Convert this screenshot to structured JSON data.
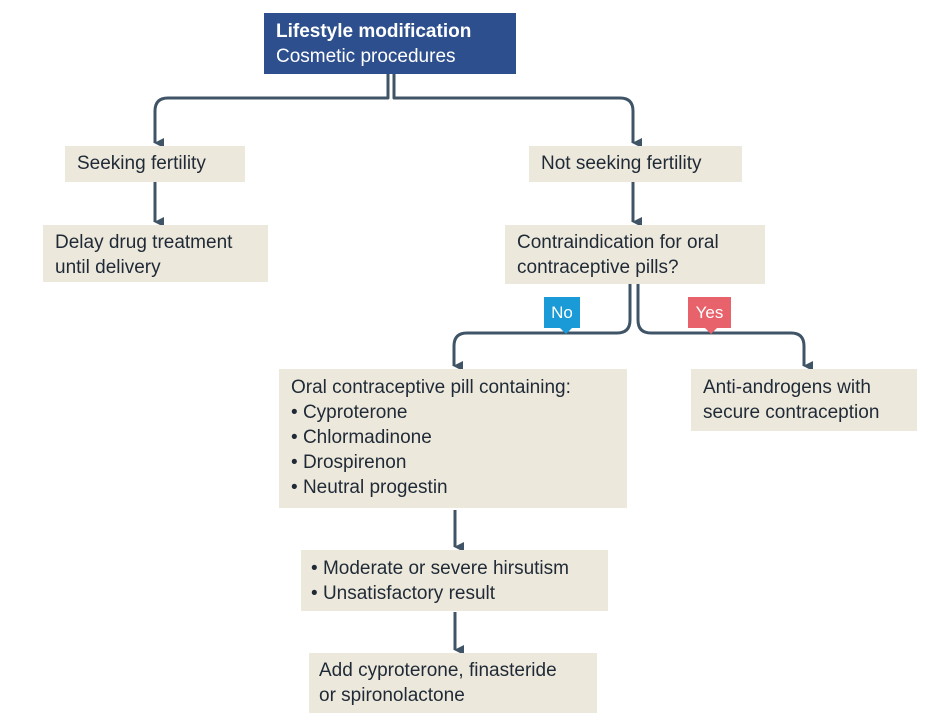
{
  "top": {
    "line1": "Lifestyle modification",
    "line2": "Cosmetic procedures"
  },
  "left_branch": {
    "label": "Seeking fertility",
    "result_lines": [
      "Delay drug treatment",
      "until delivery"
    ]
  },
  "right_branch": {
    "label": "Not seeking fertility",
    "question_lines": [
      "Contraindication for oral",
      "contraceptive pills?"
    ],
    "no_label": "No",
    "yes_label": "Yes",
    "yes_result_lines": [
      "Anti-androgens with",
      "secure contraception"
    ],
    "no_result": {
      "heading": "Oral contraceptive pill containing:",
      "items": [
        "Cyproterone",
        "Chlormadinone",
        "Drospirenon",
        "Neutral progestin"
      ]
    },
    "condition_items": [
      "Moderate or severe hirsutism",
      "Unsatisfactory result"
    ],
    "final_lines": [
      "Add cyproterone, finasteride",
      "or spironolactone"
    ]
  },
  "colors": {
    "top_box": "#2d4f8e",
    "box": "#ede8dc",
    "arrow": "#3f5466",
    "no_tag": "#1a9ad6",
    "yes_tag": "#e8626b"
  }
}
